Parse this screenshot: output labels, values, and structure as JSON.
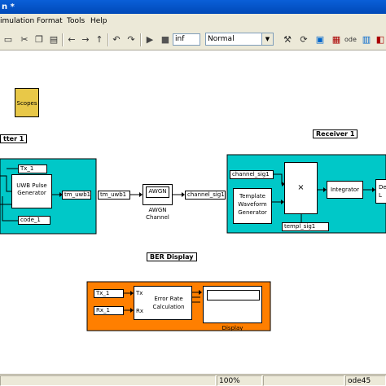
{
  "window": {
    "title": "n *"
  },
  "menu": [
    "imulation",
    "Format",
    "Tools",
    "Help"
  ],
  "toolbar": {
    "stop_time": "inf",
    "sim_mode": "Normal"
  },
  "blocks": {
    "scopes": "Scopes",
    "transmitter_title": "tter 1",
    "tx1_tag": "Tx_1",
    "uwb_gen": "UWB Pulse Generator",
    "code1_tag": "code_1",
    "tm_uwb1_goto": "tm_uwb1",
    "tm_uwb1_from": "tm_uwb1",
    "awgn_block": "AWGN",
    "awgn_label": "AWGN Channel",
    "channel_sig_goto": "channel_sig1",
    "receiver_title": "Receiver 1",
    "channel_sig_from": "channel_sig1",
    "template_gen": "Template Waveform Generator",
    "multiply": "×",
    "integrator": "Integrator",
    "decision": "De L",
    "templ_sig_tag": "templ_sig1",
    "ber_title": "BER Display",
    "ber_tx": "Tx_1",
    "ber_rx": "Rx_1",
    "error_rate": "Error Rate Calculation",
    "port_tx": "Tx",
    "port_rx": "Rx",
    "display_label": "Display"
  },
  "status": {
    "zoom": "100%",
    "solver": "ode45"
  },
  "colors": {
    "subsystem_cyan": "#00c8c8",
    "ber_orange": "#ff7f00",
    "scopes_yellow": "#e8c848"
  }
}
